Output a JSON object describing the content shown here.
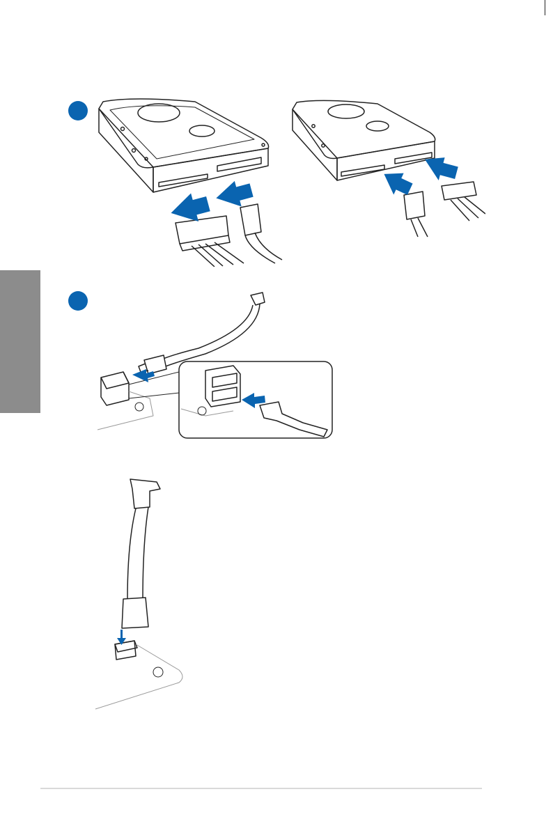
{
  "page": {
    "accent_color": "#0a64b0",
    "side_tab_color": "#8c8c8c",
    "footer_rule_color": "#d9d9d9"
  },
  "steps": [
    {
      "badge": "step-1",
      "illustration": "connect-sata-data-and-power-to-hard-drives"
    },
    {
      "badge": "step-2",
      "illustration": "connect-sata-cable-to-motherboard-port"
    }
  ],
  "extra_illustration": "right-angle-sata-cable-to-motherboard-port"
}
